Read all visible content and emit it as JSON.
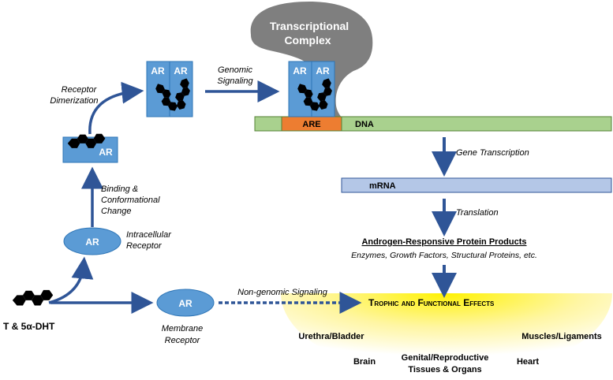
{
  "colors": {
    "arrow": "#2F5597",
    "receptor_fill": "#5B9BD5",
    "receptor_stroke": "#2E75B6",
    "complex": "#7F7F7F",
    "dna": "#A9D18E",
    "dna_stroke": "#548235",
    "are": "#ED7D31",
    "mrna": "#B4C7E7",
    "effects_glow": "#FFF200"
  },
  "labels": {
    "transcriptional_complex_line1": "Transcriptional",
    "transcriptional_complex_line2": "Complex",
    "receptor": "AR",
    "are": "ARE",
    "dna": "DNA",
    "mrna": "mRNA",
    "genomic_signaling_line1": "Genomic",
    "genomic_signaling_line2": "Signaling",
    "receptor_dimerization_line1": "Receptor",
    "receptor_dimerization_line2": "Dimerization",
    "binding_line1": "Binding &",
    "binding_line2": "Conformational",
    "binding_line3": "Change",
    "intracellular_line1": "Intracellular",
    "intracellular_line2": "Receptor",
    "membrane_line1": "Membrane",
    "membrane_line2": "Receptor",
    "hormone": "T & 5α-DHT",
    "non_genomic": "Non-genomic Signaling",
    "gene_transcription": "Gene Transcription",
    "translation": "Translation",
    "protein_products": "Androgen-Responsive Protein Products",
    "protein_examples": "Enzymes, Growth Factors, Structural Proteins, etc.",
    "effects_title": "Trophic and Functional Effects",
    "tissues": {
      "urethra": "Urethra/Bladder",
      "muscles": "Muscles/Ligaments",
      "brain": "Brain",
      "genital_line1": "Genital/Reproductive",
      "genital_line2": "Tissues & Organs",
      "heart": "Heart"
    }
  }
}
